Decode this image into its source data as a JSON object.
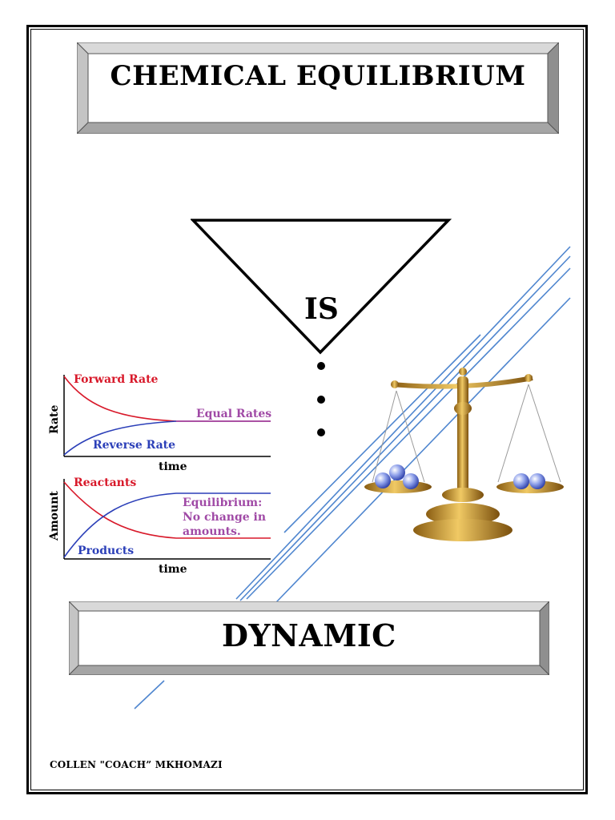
{
  "title": "CHEMICAL EQUILIBRIUM",
  "connector_word": "IS",
  "conclusion_word": "DYNAMIC",
  "author": "COLLEN \"COACH” MKHOMAZI",
  "rate_graph": {
    "ylabel": "Rate",
    "xlabel": "time",
    "forward_label": "Forward Rate",
    "reverse_label": "Reverse Rate",
    "equal_label": "Equal Rates"
  },
  "amount_graph": {
    "ylabel": "Amount",
    "xlabel": "time",
    "reactants_label": "Reactants",
    "products_label": "Products",
    "equilibrium_line1": "Equilibrium:",
    "equilibrium_line2": "No change in",
    "equilibrium_line3": "amounts."
  },
  "colors": {
    "forward": "#d8192a",
    "reverse": "#2b3fb8",
    "equal": "#a04aa6",
    "accent_lines": "#4f86cf",
    "brass": "#c9962f"
  }
}
